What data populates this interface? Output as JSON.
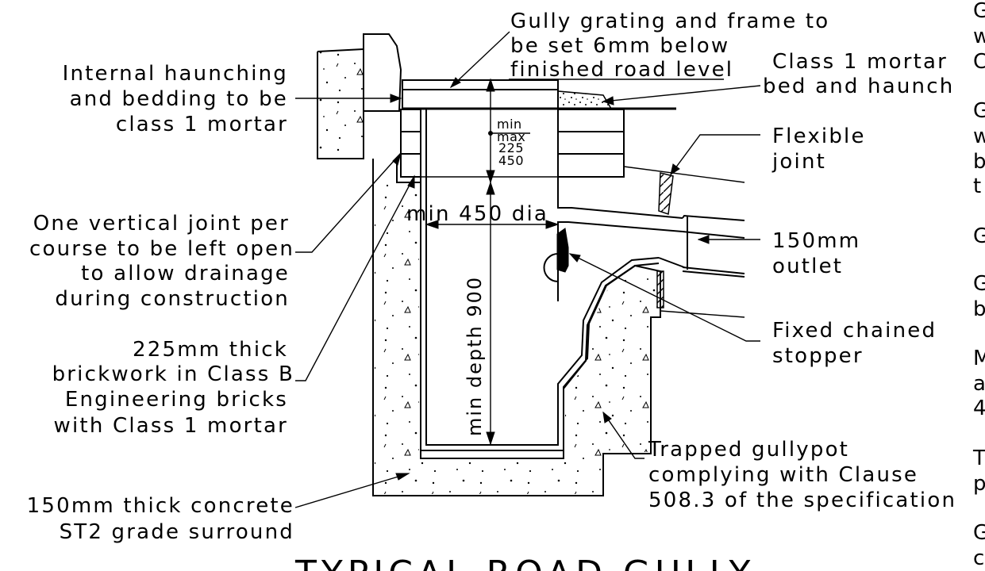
{
  "labels": {
    "gully_grating": [
      "Gully grating and frame to",
      "be set 6mm below",
      "finished road level"
    ],
    "mortar_bed": [
      "Class 1 mortar",
      "bed and haunch"
    ],
    "internal_haunching": [
      "Internal haunching",
      "and bedding to be",
      "class 1 mortar"
    ],
    "flexible_joint": [
      "Flexible",
      "joint"
    ],
    "vertical_joint": [
      "One vertical joint per",
      "course to be left open",
      "to allow drainage",
      "during construction"
    ],
    "outlet": [
      "150mm",
      "outlet"
    ],
    "fixed_stopper": [
      "Fixed chained",
      "stopper"
    ],
    "brickwork": [
      "225mm thick",
      "brickwork in Class B",
      "Engineering bricks",
      "with Class 1 mortar"
    ],
    "gullypot": [
      "Trapped gullypot",
      "complying with Clause",
      "508.3 of the specification"
    ],
    "concrete": [
      "150mm thick concrete",
      "ST2 grade surround"
    ]
  },
  "dimensions": {
    "min_dia": "min 450 dia",
    "min_depth": "min depth 900",
    "minmax_min": "min",
    "minmax_max": "max",
    "minmax_a": "225",
    "minmax_b": "450"
  },
  "title": "TYPICAL ROAD GULLY",
  "right_column": [
    "G",
    "w",
    "C",
    "G",
    "w",
    "b",
    "t",
    "G",
    "G",
    "b",
    "M",
    "a",
    "4",
    "T",
    "p",
    "G",
    "c"
  ]
}
